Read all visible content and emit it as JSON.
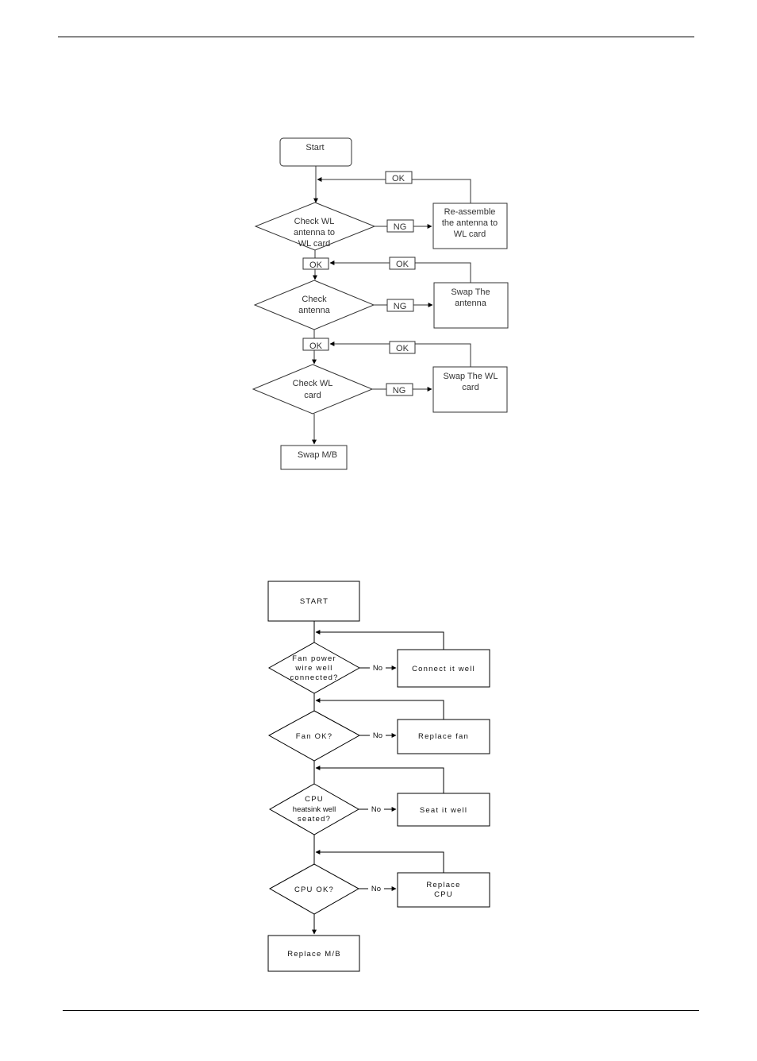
{
  "wireless_chart": {
    "start": "Start",
    "ok": "OK",
    "ng": "NG",
    "check_wl_antenna": [
      "Check WL",
      "antenna to",
      "WL card"
    ],
    "reassemble": [
      "Re-assemble",
      "the antenna to",
      "WL card"
    ],
    "check_antenna": [
      "Check",
      "antenna"
    ],
    "swap_antenna": [
      "Swap The",
      "antenna"
    ],
    "check_wl_card": [
      "Check WL",
      "card"
    ],
    "swap_wl_card": [
      "Swap The WL",
      "card"
    ],
    "swap_mb": "Swap M/B"
  },
  "thermal_chart": {
    "start": "START",
    "no": "No",
    "q_fan_power": [
      "Fan power",
      "wire well",
      "connected?"
    ],
    "a_connect": "Connect it well",
    "q_fan_ok": "Fan OK?",
    "a_replace_fan": "Replace fan",
    "q_heatsink": [
      "CPU",
      "heatsink well",
      "seated?"
    ],
    "a_seat": "Seat it well",
    "q_cpu_ok": "CPU OK?",
    "a_replace_cpu": [
      "Replace",
      "CPU"
    ],
    "replace_mb": "Replace M/B"
  }
}
